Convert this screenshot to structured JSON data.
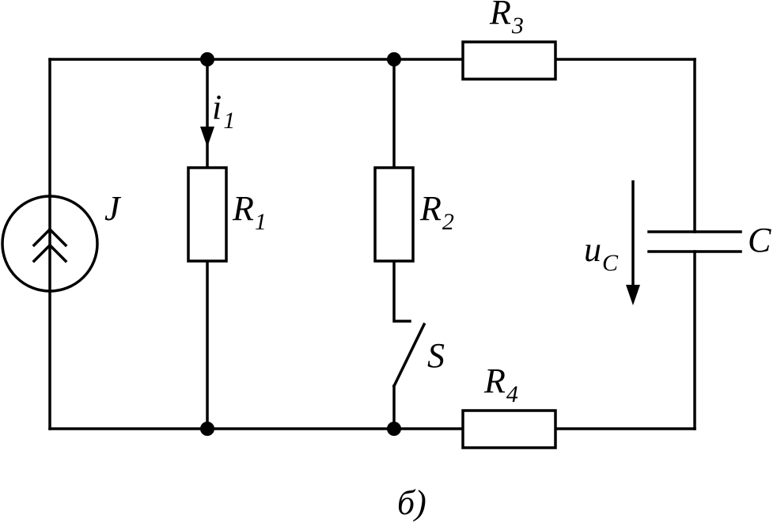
{
  "diagram": {
    "source": {
      "label": "J"
    },
    "current_1": {
      "main": "i",
      "sub": "1"
    },
    "r1": {
      "main": "R",
      "sub": "1"
    },
    "r2": {
      "main": "R",
      "sub": "2"
    },
    "r3": {
      "main": "R",
      "sub": "3"
    },
    "r4": {
      "main": "R",
      "sub": "4"
    },
    "capacitor": {
      "label": "C"
    },
    "voltage_c": {
      "main": "u",
      "sub": "C"
    },
    "switch": {
      "label": "S"
    },
    "caption": "б)"
  },
  "colors": {
    "line": "#000000",
    "background": "#ffffff"
  }
}
